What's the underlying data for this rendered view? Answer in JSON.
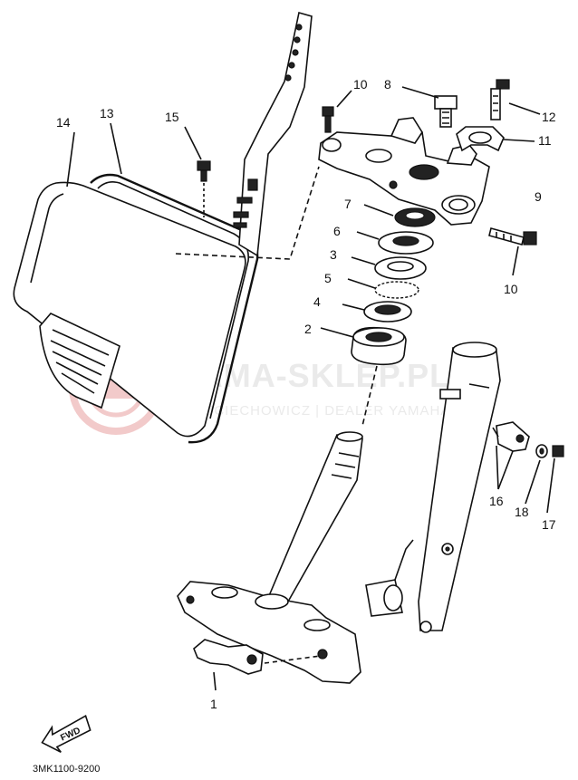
{
  "diagram": {
    "code": "3MK1100-9200",
    "fwd_label": "FWD",
    "watermark": {
      "title": "YAMA-SKLEP.PL",
      "subtitle": "WOJCIECHOWICZ | DEALER YAMAHA",
      "color": "#e8a0a0"
    },
    "part_labels": [
      {
        "id": "1",
        "text": "1"
      },
      {
        "id": "2",
        "text": "2"
      },
      {
        "id": "3",
        "text": "3"
      },
      {
        "id": "4",
        "text": "4"
      },
      {
        "id": "5",
        "text": "5"
      },
      {
        "id": "6",
        "text": "6"
      },
      {
        "id": "7",
        "text": "7"
      },
      {
        "id": "8",
        "text": "8"
      },
      {
        "id": "9",
        "text": "9"
      },
      {
        "id": "10a",
        "text": "10"
      },
      {
        "id": "10b",
        "text": "10"
      },
      {
        "id": "11",
        "text": "11"
      },
      {
        "id": "12",
        "text": "12"
      },
      {
        "id": "13",
        "text": "13"
      },
      {
        "id": "14",
        "text": "14"
      },
      {
        "id": "15",
        "text": "15"
      },
      {
        "id": "16",
        "text": "16"
      },
      {
        "id": "17",
        "text": "17"
      },
      {
        "id": "18",
        "text": "18"
      }
    ]
  }
}
